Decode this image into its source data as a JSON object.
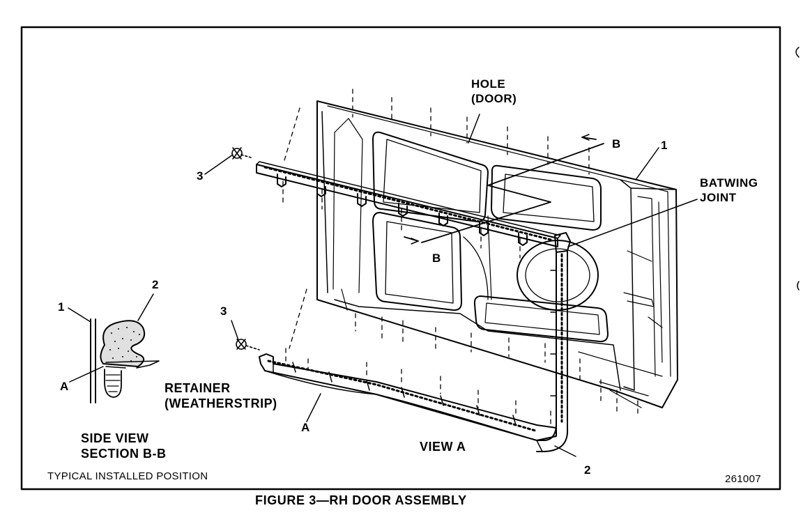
{
  "caption": "FIGURE 3—RH DOOR ASSEMBLY",
  "figure_number": "261007",
  "installed_note": "TYPICAL INSTALLED POSITION",
  "side_view": {
    "line1": "SIDE VIEW",
    "line2": "SECTION B-B",
    "callout_1": "1",
    "callout_2": "2",
    "callout_a": "A"
  },
  "retainer": {
    "line1": "RETAINER",
    "line2": "(WEATHERSTRIP)"
  },
  "main_view": {
    "hole_line1": "HOLE",
    "hole_line2": "(DOOR)",
    "batwing_line1": "BATWING",
    "batwing_line2": "JOINT",
    "section_b_top": "B",
    "section_b_bottom": "B",
    "callout_1": "1",
    "callout_2": "2",
    "callout_3_top": "3",
    "callout_3_bottom": "3",
    "callout_a": "A",
    "view_a": "VIEW A"
  }
}
